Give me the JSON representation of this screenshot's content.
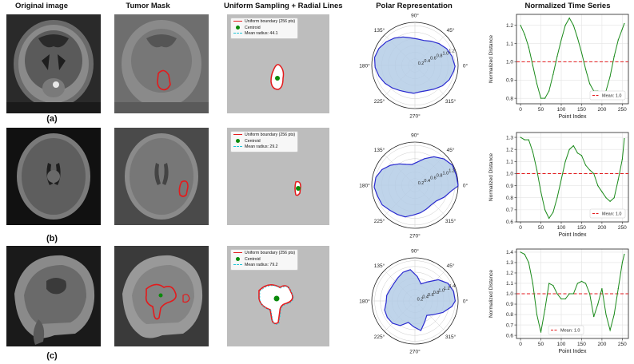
{
  "columns": {
    "original": "Original image",
    "mask": "Tumor Mask",
    "uniform": "Uniform Sampling + Radial Lines",
    "polar": "Polar Representation",
    "timeseries": "Normalized Time Series"
  },
  "rows": [
    {
      "label": "(a)",
      "legend": {
        "boundary": "Uniform boundary (256 pts)",
        "centroid": "Centroid",
        "mean_radius": "Mean radius: 44.1"
      }
    },
    {
      "label": "(b)",
      "legend": {
        "boundary": "Uniform boundary (256 pts)",
        "centroid": "Centroid",
        "mean_radius": "Mean radius: 29.2"
      }
    },
    {
      "label": "(c)",
      "legend": {
        "boundary": "Uniform boundary (256 pts)",
        "centroid": "Centroid",
        "mean_radius": "Mean radius: 79.2"
      }
    }
  ],
  "polar_angle_labels": [
    "0°",
    "45°",
    "90°",
    "135°",
    "180°",
    "225°",
    "270°",
    "315°"
  ],
  "polar_radial_labels": [
    [
      "0.2",
      "0.4",
      "0.6",
      "0.8",
      "1.0",
      "1.2"
    ],
    [
      "0.2",
      "0.4",
      "0.6",
      "0.8",
      "1.0",
      "1.2"
    ],
    [
      "0.2",
      "0.4",
      "0.6",
      "0.8",
      "1.0",
      "1.2",
      "1.4"
    ]
  ],
  "colors": {
    "boundary": "#e41a1c",
    "centroid": "#0a8a0a",
    "radial": "#20c4d8",
    "polar_fill": "#b4cde6",
    "polar_line": "#2a2ad0",
    "ts_line": "#1a8a1a",
    "mean_line": "#e41a1c"
  },
  "chart_data": [
    {
      "type": "line",
      "title": "Normalized Time Series",
      "xlabel": "Point Index",
      "ylabel": "Normalized Distance",
      "xlim": [
        -10,
        265
      ],
      "ylim": [
        0.77,
        1.26
      ],
      "xticks": [
        0,
        50,
        100,
        150,
        200,
        250
      ],
      "yticks": [
        0.8,
        0.9,
        1.0,
        1.1,
        1.2
      ],
      "mean": 1.0,
      "mean_label": "Mean: 1.0",
      "legend": "bottom-right",
      "grid": true,
      "series": [
        {
          "x": [
            0,
            10,
            20,
            30,
            40,
            50,
            60,
            70,
            80,
            90,
            100,
            110,
            120,
            130,
            140,
            150,
            160,
            170,
            180,
            190,
            200,
            210,
            220,
            230,
            240,
            250,
            255
          ],
          "values": [
            1.2,
            1.15,
            1.08,
            0.98,
            0.88,
            0.8,
            0.8,
            0.84,
            0.93,
            1.03,
            1.12,
            1.2,
            1.24,
            1.2,
            1.13,
            1.05,
            0.96,
            0.88,
            0.84,
            0.84,
            0.81,
            0.84,
            0.92,
            1.03,
            1.12,
            1.18,
            1.21
          ]
        }
      ]
    },
    {
      "type": "line",
      "title": "Normalized Time Series",
      "xlabel": "Point Index",
      "ylabel": "Normalized Distance",
      "xlim": [
        -10,
        265
      ],
      "ylim": [
        0.6,
        1.34
      ],
      "xticks": [
        0,
        50,
        100,
        150,
        200,
        250
      ],
      "yticks": [
        0.6,
        0.7,
        0.8,
        0.9,
        1.0,
        1.1,
        1.2,
        1.3
      ],
      "mean": 1.0,
      "mean_label": "Mean: 1.0",
      "legend": "bottom-right",
      "grid": true,
      "series": [
        {
          "x": [
            0,
            10,
            20,
            30,
            40,
            50,
            60,
            70,
            80,
            90,
            100,
            110,
            120,
            130,
            140,
            150,
            160,
            170,
            180,
            190,
            200,
            210,
            220,
            230,
            240,
            250,
            255
          ],
          "values": [
            1.3,
            1.28,
            1.28,
            1.18,
            1.03,
            0.85,
            0.7,
            0.63,
            0.68,
            0.8,
            0.95,
            1.1,
            1.2,
            1.23,
            1.17,
            1.15,
            1.07,
            1.03,
            1.0,
            0.9,
            0.85,
            0.8,
            0.77,
            0.8,
            0.95,
            1.12,
            1.29
          ]
        }
      ]
    },
    {
      "type": "line",
      "title": "Normalized Time Series",
      "xlabel": "Point Index",
      "ylabel": "Normalized Distance",
      "xlim": [
        -10,
        265
      ],
      "ylim": [
        0.57,
        1.43
      ],
      "xticks": [
        0,
        50,
        100,
        150,
        200,
        250
      ],
      "yticks": [
        0.6,
        0.7,
        0.8,
        0.9,
        1.0,
        1.1,
        1.2,
        1.3,
        1.4
      ],
      "mean": 1.0,
      "mean_label": "Mean: 1.0",
      "legend": "bottom-center",
      "grid": true,
      "series": [
        {
          "x": [
            0,
            10,
            20,
            30,
            40,
            50,
            60,
            70,
            80,
            90,
            100,
            110,
            120,
            130,
            140,
            150,
            160,
            170,
            180,
            190,
            200,
            210,
            220,
            230,
            240,
            250,
            255
          ],
          "values": [
            1.4,
            1.38,
            1.3,
            1.1,
            0.8,
            0.63,
            0.85,
            1.1,
            1.08,
            1.0,
            0.95,
            0.95,
            1.0,
            1.0,
            1.1,
            1.12,
            1.1,
            1.0,
            0.78,
            0.9,
            1.05,
            0.8,
            0.65,
            0.8,
            1.05,
            1.3,
            1.38
          ]
        }
      ]
    }
  ]
}
